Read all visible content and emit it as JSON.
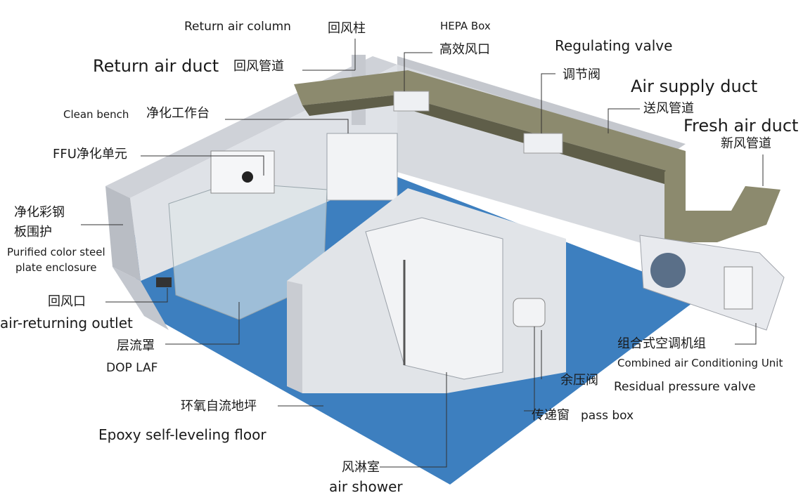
{
  "labels": {
    "return_air_column_en": "Return air column",
    "return_air_column_cn": "回风柱",
    "hepa_box_en": "HEPA Box",
    "hepa_box_cn": "高效风口",
    "regulating_valve_en": "Regulating valve",
    "regulating_valve_cn": "调节阀",
    "return_air_duct_en": "Return air duct",
    "return_air_duct_cn": "回风管道",
    "air_supply_duct_en": "Air supply duct",
    "air_supply_duct_cn": "送风管道",
    "fresh_air_duct_en": "Fresh air duct",
    "fresh_air_duct_cn": "新风管道",
    "clean_bench_en": "Clean bench",
    "clean_bench_cn": "净化工作台",
    "ffu": "FFU净化单元",
    "enclosure_cn_1": "净化彩钢",
    "enclosure_cn_2": "板围护",
    "enclosure_en_1": "Purified color steel",
    "enclosure_en_2": "plate enclosure",
    "return_outlet_cn": "回风口",
    "return_outlet_en": "air-returning outlet",
    "dop_laf_cn": "层流罩",
    "dop_laf_en": "DOP LAF",
    "epoxy_floor_cn": "环氧自流地坪",
    "epoxy_floor_en": "Epoxy self-leveling floor",
    "air_shower_cn": "风淋室",
    "air_shower_en": "air shower",
    "ahu_cn": "组合式空调机组",
    "ahu_en": "Combined air Conditioning Unit",
    "residual_valve_cn": "余压阀",
    "residual_valve_en": "Residual pressure valve",
    "pass_box_cn": "传递窗",
    "pass_box_en": "pass box"
  },
  "colors": {
    "floor": "#3d7fbf",
    "wall_light": "#e4e6ea",
    "wall_mid": "#c9ccd2",
    "wall_dark": "#aeb2b9",
    "duct": "#8c8a6e",
    "duct_dark": "#5f5e49",
    "leader": "#333333"
  }
}
